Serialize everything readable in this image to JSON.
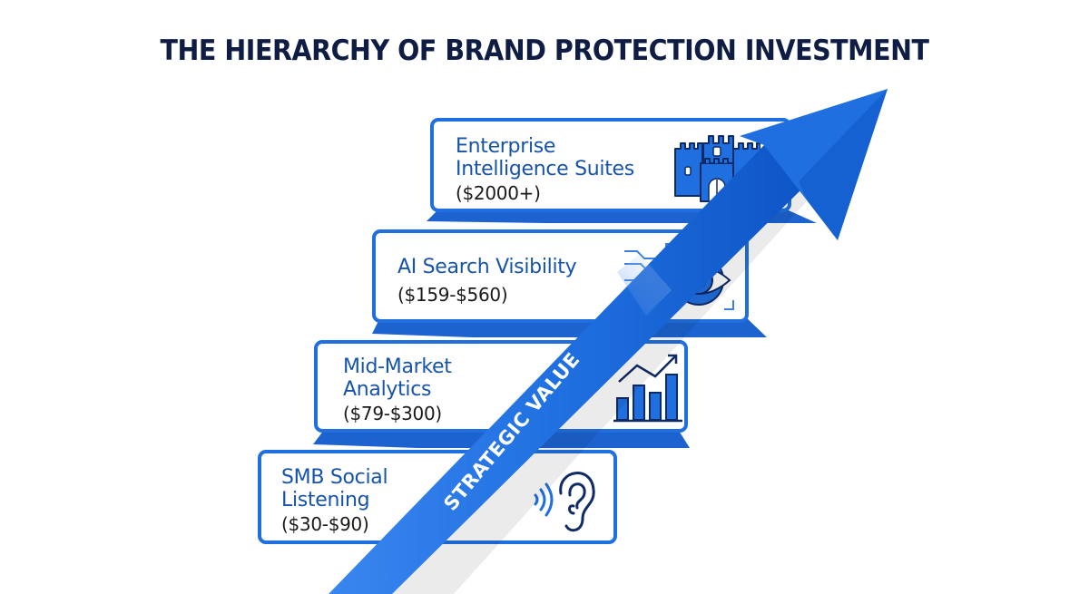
{
  "title": "THE HIERARCHY OF BRAND PROTECTION INVESTMENT",
  "arrow": {
    "label": "STRATEGIC VALUE",
    "color": "#1f6fe0",
    "dark_color": "#0c4fc0"
  },
  "colors": {
    "title": "#0f1d45",
    "card_border": "#1f6fe0",
    "card_label": "#1654ab",
    "price_text": "#1a1a1a",
    "icon_fill": "#1f6fe0",
    "icon_stroke": "#0f2b66"
  },
  "tiers": [
    {
      "level": 4,
      "label_lines": [
        "Enterprise",
        "Intelligence Suites"
      ],
      "price": "($2000+)",
      "icon": "castle-icon"
    },
    {
      "level": 3,
      "label_lines": [
        "AI Search Visibility"
      ],
      "price": "($159-$560)",
      "icon": "ai-eye-icon"
    },
    {
      "level": 2,
      "label_lines": [
        "Mid-Market",
        "Analytics"
      ],
      "price": "($79-$300)",
      "icon": "bar-chart-growth-icon"
    },
    {
      "level": 1,
      "label_lines": [
        "SMB Social",
        "Listening"
      ],
      "price": "($30-$90)",
      "icon": "ear-listening-icon"
    }
  ]
}
